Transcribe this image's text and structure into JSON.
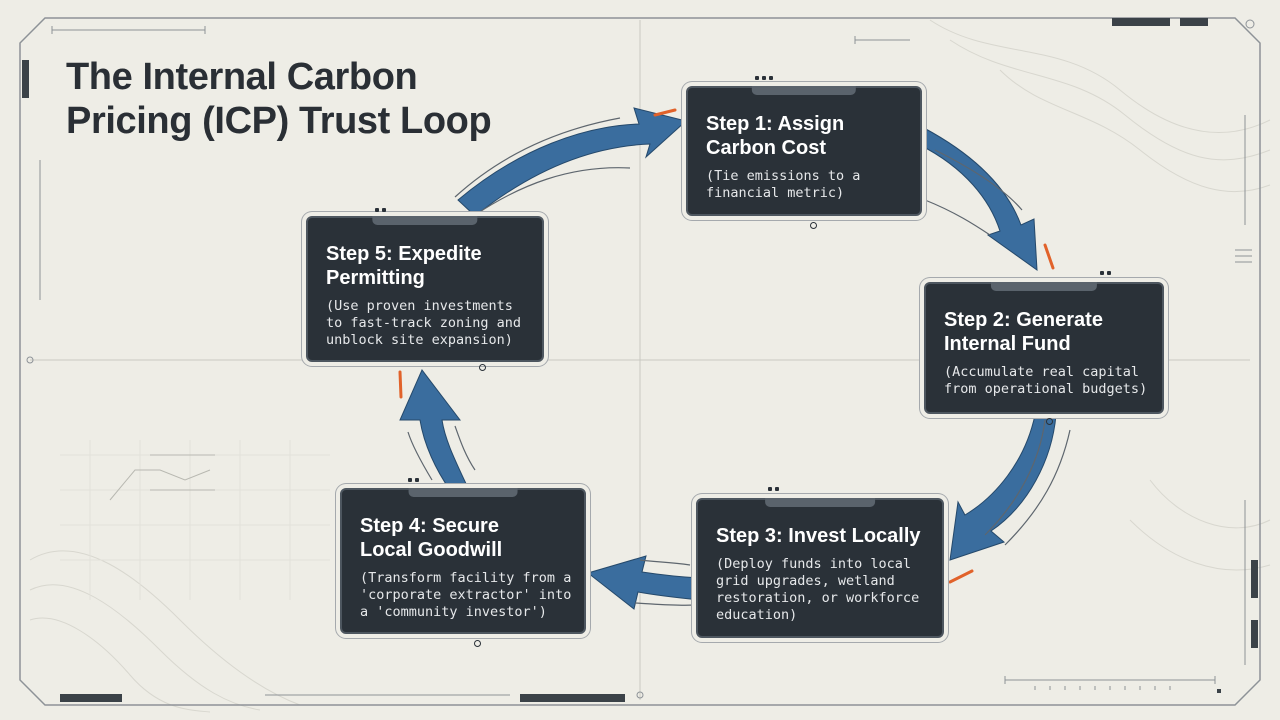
{
  "title": {
    "line1": "The Internal Carbon",
    "line2": "Pricing (ICP) Trust Loop"
  },
  "steps": [
    {
      "heading": [
        "Step 1: Assign",
        "Carbon Cost"
      ],
      "description": [
        "(Tie emissions to a",
        "financial metric)"
      ]
    },
    {
      "heading": [
        "Step 2: Generate",
        "Internal Fund"
      ],
      "description": [
        "(Accumulate real capital",
        "from operational budgets)"
      ]
    },
    {
      "heading": [
        "Step 3: Invest Locally"
      ],
      "description": [
        "(Deploy funds into local",
        "grid upgrades, wetland",
        "restoration, or workforce",
        "education)"
      ]
    },
    {
      "heading": [
        "Step 4: Secure",
        "Local Goodwill"
      ],
      "description": [
        "(Transform facility from a",
        "'corporate extractor' into",
        "a 'community investor')"
      ]
    },
    {
      "heading": [
        "Step 5: Expedite",
        "Permitting"
      ],
      "description": [
        "(Use proven investments",
        "to fast-track zoning and",
        "unblock site expansion)"
      ]
    }
  ],
  "colors": {
    "background": "#eeede6",
    "card_fill": "#2a3138",
    "arrow_blue": "#3a6d9e",
    "accent_orange": "#e1622a",
    "title_text": "#2a2f35"
  },
  "icons": {
    "flow_arrow": "curved-block-arrow",
    "direction_chevrons": "double-chevron"
  }
}
